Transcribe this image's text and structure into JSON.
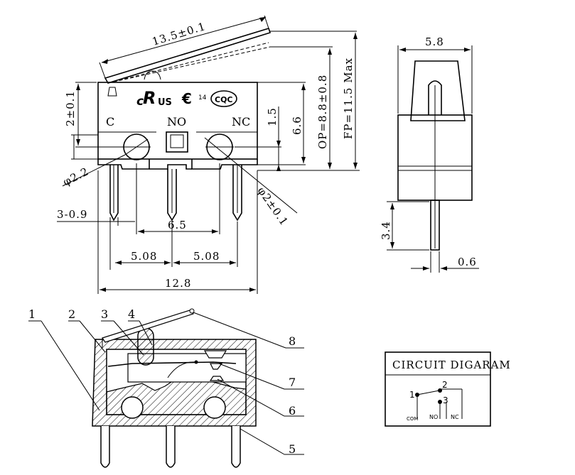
{
  "front_view": {
    "pin_labels": [
      "C",
      "NO",
      "NC"
    ],
    "dims": {
      "lever_length": "13.5±0.1",
      "height_top": "2±0.1",
      "hole_dia_left": "φ2.2",
      "hole_dia_right": "φ2±0.1",
      "pin_width": "3-0.9",
      "hole_spacing": "6.5",
      "pitch_left": "5.08",
      "pitch_right": "5.08",
      "body_length": "12.8",
      "dim_1_5": "1.5",
      "dim_6_6": "6.6",
      "op_height": "OP=8.8±0.8",
      "fp_height": "FP=11.5 Max"
    },
    "marks": {
      "ul_r": "R",
      "ul_c": "c",
      "ul_us": "US",
      "ce": "€",
      "ce_num": "14",
      "cqc": "CQC"
    }
  },
  "side_view": {
    "dims": {
      "width": "5.8",
      "pin_length": "3.4",
      "pin_thickness": "0.6"
    }
  },
  "cross_section": {
    "callouts": [
      "1",
      "2",
      "3",
      "4",
      "5",
      "6",
      "7",
      "8"
    ]
  },
  "circuit": {
    "title": "CIRCUIT DIGARAM",
    "terminals": [
      "1",
      "2",
      "3"
    ],
    "names": [
      "COM",
      "NO",
      "NC"
    ]
  }
}
